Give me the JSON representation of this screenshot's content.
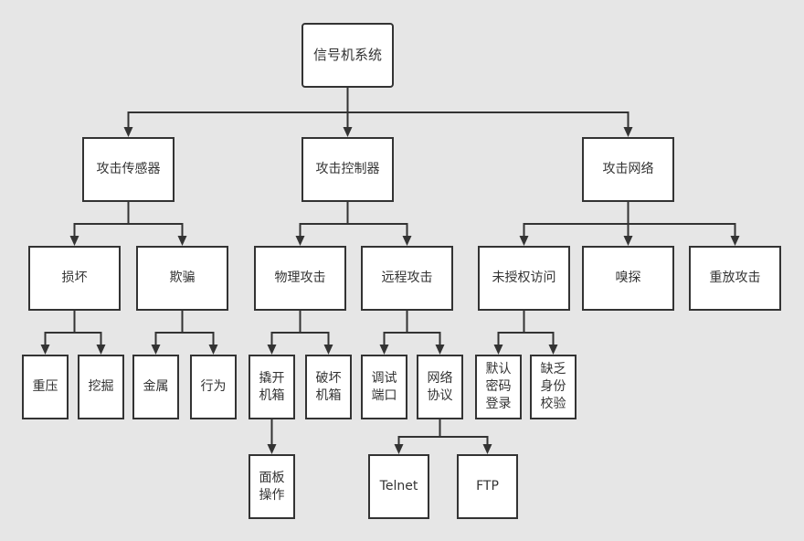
{
  "diagram": {
    "colors": {
      "background": "#e6e6e6",
      "node_fill": "#ffffff",
      "line": "#333333",
      "text": "#333333"
    },
    "nodes": {
      "root": "信号机系统",
      "attack_sensor": "攻击传感器",
      "attack_controller": "攻击控制器",
      "attack_network": "攻击网络",
      "damage": "损坏",
      "deceive": "欺骗",
      "physical_attack": "物理攻击",
      "remote_attack": "远程攻击",
      "unauth_access": "未授权访问",
      "sniff": "嗅探",
      "replay_attack": "重放攻击",
      "heavy_press": "重压",
      "dig": "挖掘",
      "metal": "金属",
      "behavior": "行为",
      "pry_open_cabinet": "撬开\n机箱",
      "break_cabinet": "破坏\n机箱",
      "debug_port": "调试\n端口",
      "network_protocol": "网络\n协议",
      "default_password_login": "默认\n密码\n登录",
      "missing_auth_check": "缺乏\n身份\n校验",
      "panel_operation": "面板\n操作",
      "telnet": "Telnet",
      "ftp": "FTP"
    },
    "edges": [
      [
        "root",
        "attack_sensor"
      ],
      [
        "root",
        "attack_controller"
      ],
      [
        "root",
        "attack_network"
      ],
      [
        "attack_sensor",
        "damage"
      ],
      [
        "attack_sensor",
        "deceive"
      ],
      [
        "attack_controller",
        "physical_attack"
      ],
      [
        "attack_controller",
        "remote_attack"
      ],
      [
        "attack_network",
        "unauth_access"
      ],
      [
        "attack_network",
        "sniff"
      ],
      [
        "attack_network",
        "replay_attack"
      ],
      [
        "damage",
        "heavy_press"
      ],
      [
        "damage",
        "dig"
      ],
      [
        "deceive",
        "metal"
      ],
      [
        "deceive",
        "behavior"
      ],
      [
        "physical_attack",
        "pry_open_cabinet"
      ],
      [
        "physical_attack",
        "break_cabinet"
      ],
      [
        "remote_attack",
        "debug_port"
      ],
      [
        "remote_attack",
        "network_protocol"
      ],
      [
        "unauth_access",
        "default_password_login"
      ],
      [
        "unauth_access",
        "missing_auth_check"
      ],
      [
        "pry_open_cabinet",
        "panel_operation"
      ],
      [
        "network_protocol",
        "telnet"
      ],
      [
        "network_protocol",
        "ftp"
      ]
    ]
  }
}
